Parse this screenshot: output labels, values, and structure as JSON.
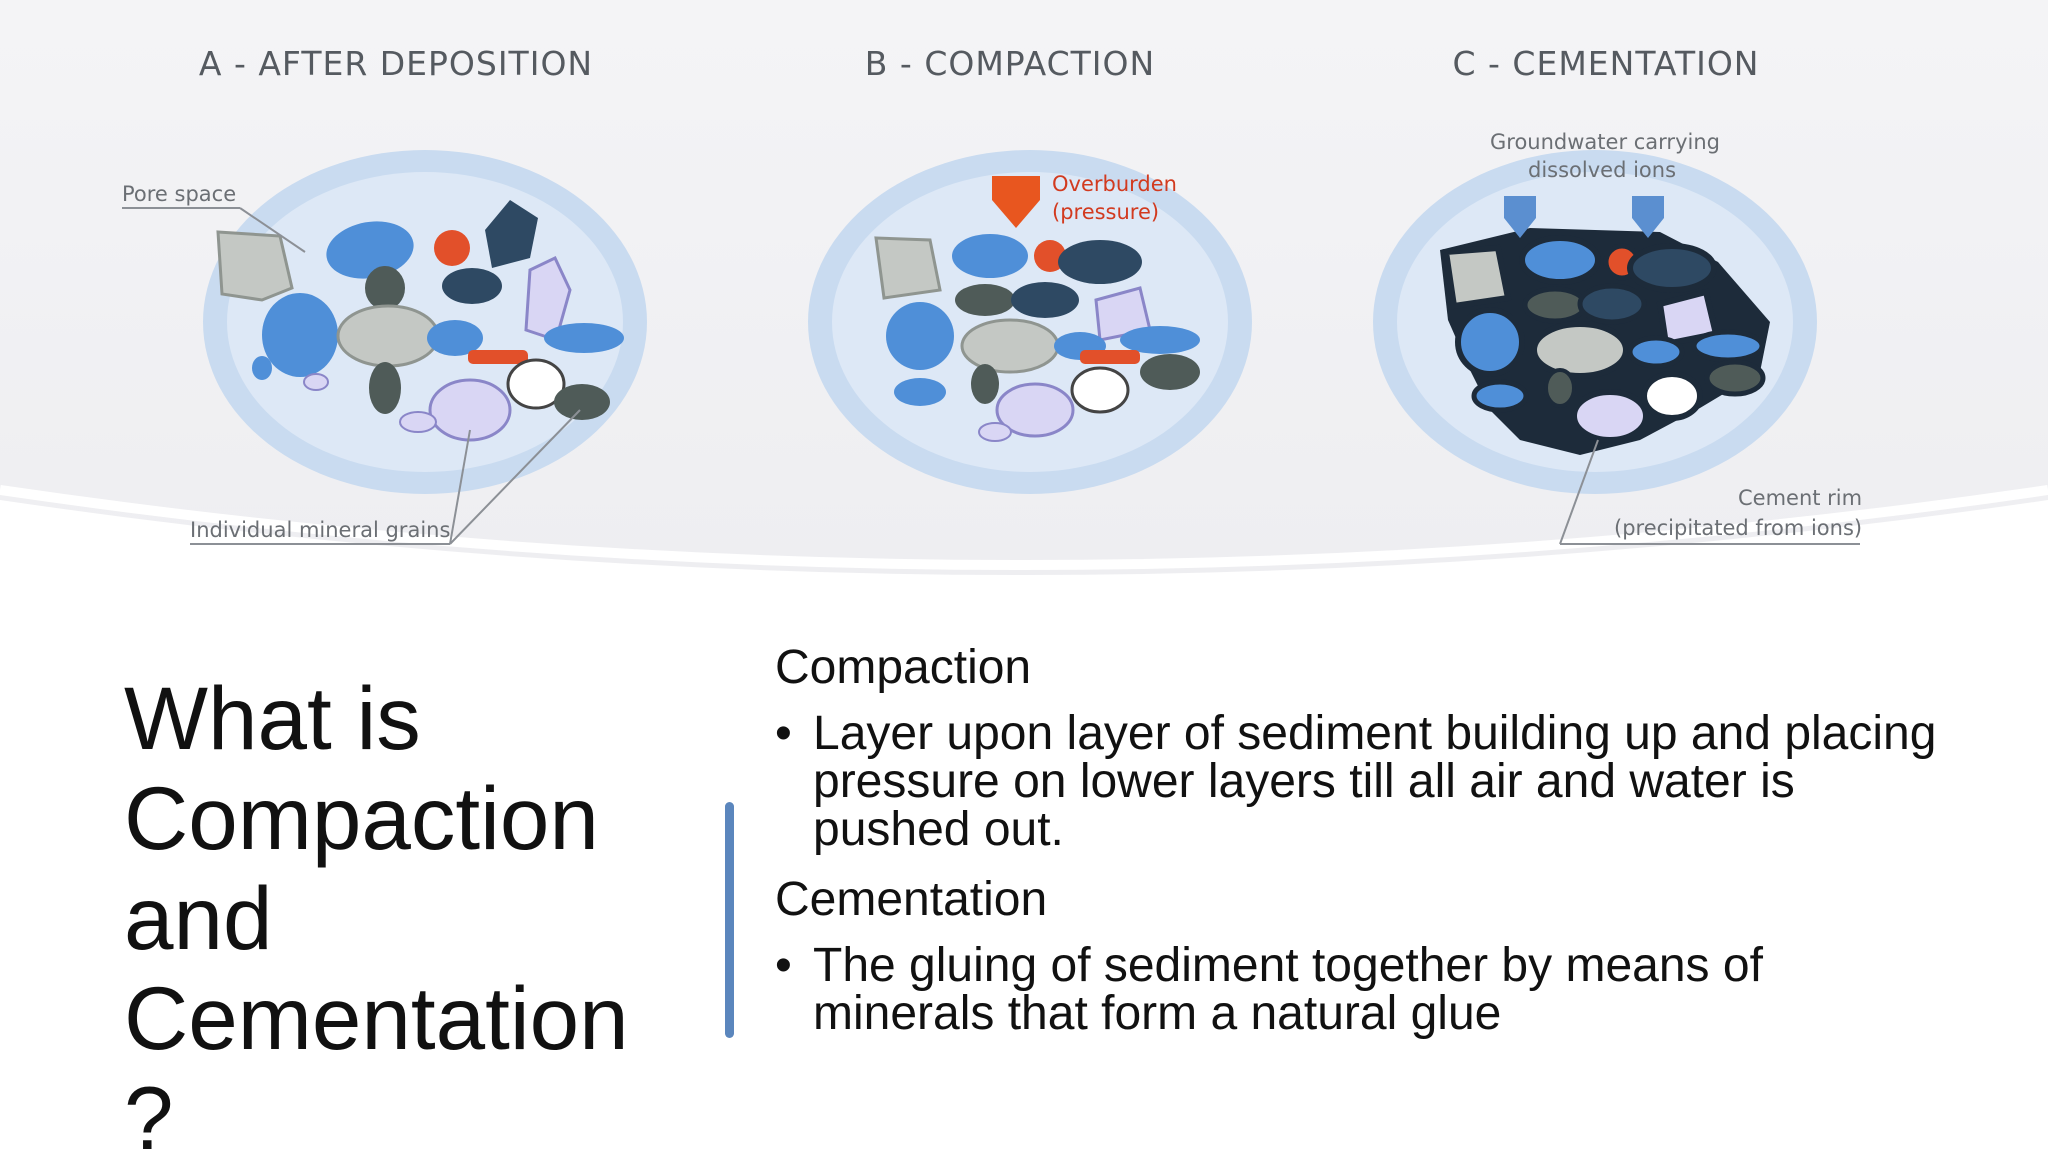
{
  "diagram": {
    "panels": [
      {
        "title": "A - AFTER DEPOSITION",
        "callouts": [
          "Pore space",
          "Individual mineral grains"
        ]
      },
      {
        "title": "B - COMPACTION",
        "callouts": [
          "Overburden",
          "(pressure)"
        ]
      },
      {
        "title": "C - CEMENTATION",
        "callouts": [
          "Groundwater carrying",
          "dissolved ions",
          "Cement rim",
          "(precipitated from ions)"
        ]
      }
    ]
  },
  "slide": {
    "title_lines": [
      "What is",
      "Compaction",
      "and",
      "Cementation",
      "?"
    ],
    "sections": [
      {
        "heading": "Compaction",
        "bullet": "Layer upon layer of sediment building up and placing pressure on lower layers till all air and water is pushed out."
      },
      {
        "heading": "Cementation",
        "bullet": "The gluing of sediment together by means of minerals that form a natural glue"
      }
    ],
    "bullet_symbol": "•"
  },
  "colors": {
    "accent_divider": "#5b86bd",
    "pressure_arrow": "#e8561f",
    "groundwater_arrow": "#5b8fd0",
    "ellipse_fill": "#c9dbf0"
  }
}
